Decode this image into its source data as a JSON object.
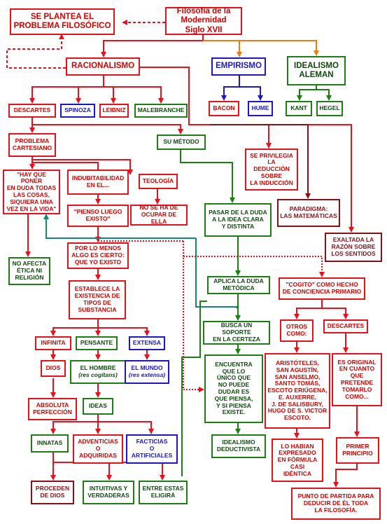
{
  "colors": {
    "red": "#e8101a",
    "green": "#1c7e14",
    "blue": "#1a18c8",
    "orange": "#f07a12",
    "maroon": "#8a1018",
    "teal": "#13867a"
  },
  "nodes": {
    "main": "Filosofía de la  Modernidad\nSiglo XVII",
    "problema": "SE PLANTEA EL\nPROBLEMA FILOSÓFICO",
    "racionalismo": "RACIONALISMO",
    "empirismo": "EMPIRISMO",
    "idealismo": "IDEALISMO\nALEMAN",
    "descartes": "DESCARTES",
    "spinoza": "SPINOZA",
    "leibniz": "LEIBNIZ",
    "malebranche": "MALEBRANCHE",
    "bacon": "BACON",
    "hume": "HUME",
    "kant": "KANT",
    "hegel": "HEGEL",
    "problema_cartesiano": "PROBLEMA\nCARTESIANO",
    "su_metodo": "SU MÉTODO",
    "privilegia": "SE PRIVILEGIA\nLA\nDEDUCCIÓN\nSOBRE\nLA INDUCCIÓN",
    "hay_que": "\"HAY QUE PONER\nEN DUDA TODAS\nLAS COSAS,\nSIQUIERA UNA\nVEZ EN LA VIDA\"",
    "indubitabilidad": "INDUBITABILIDAD\nEN EL...",
    "teologia": "TEOLOGÍA",
    "pienso": "\"PIENSO LUEGO\nEXISTO\"",
    "no_se_ha": "NO SE HA DE\nOCUPAR DE ELLA",
    "pasar_duda": "PASAR DE LA DUDA\nA LA IDEA CLARA\nY DISTINTA",
    "paradigma": "PARADIGMA:\nLAS MATEMÁTICAS",
    "exaltada": "EXALTADA LA\nRAZÓN SOBRE\nLOS SENTIDOS",
    "no_afecta": "NO AFECTA\nÉTICA NI\nRELIGIÓN",
    "por_lo_menos": "POR  LO MENOS\nALGO ES CIERTO:\nQUE YO EXISTO",
    "aplica_duda": "APLICA LA DUDA\nMETÓDICA",
    "cogito": "\"COGITO\" COMO HECHO\nDE CONCIENCIA PRIMARIO",
    "establece": "ESTABLECE LA\nEXISTENCIA DE\nTIPOS DE\nSUBSTANCIA",
    "busca_soporte": "BUSCA UN SOPORTE\nEN LA CERTEZA",
    "otros_como": "OTROS\nCOMO:",
    "descartes2": "DESCARTES",
    "infinita": "INFINITA",
    "pensante": "PENSANTE",
    "extensa": "EXTENSA",
    "dios": "DIOS",
    "el_hombre": "EL HOMBRE",
    "el_hombre_sub": "(res cogitans)",
    "el_mundo": "EL MUNDO",
    "el_mundo_sub": "(res extensa)",
    "encuentra": "ENCUENTRA\nQUE LO\nÚNICO QUE\nNO PUEDE\nDUDAR ES\nQUE PIENSA,\nY SI PIENSA\nEXISTE.",
    "autores": "ARISTÓTELES,\nSAN AGUSTÍN,\nSAN ANSELMO,\nSANTO TOMÁS,\nESCOTO ERIÚGENA,\nE. AUXERRE,\nJ. DE SALISBURY,\nHUGO DE S. VICTOR\nESCOTO.",
    "es_original": "ES ORIGINAL\nEN CUANTO\nQUE\nPRETENDE\nTOMARLO\nCOMO...",
    "absoluta": "ABSOLUTA\nPERFECCIÓN",
    "ideas": "IDEAS",
    "innatas": "INNATAS",
    "adventicias": "ADVENTICIAS\nO\nADQUIRIDAS",
    "facticias": "FACTICIAS\nO\nARTIFICIALES",
    "idealismo_deductivista": "IDEALISMO\nDEDUCTIVISTA",
    "lo_habian": "LO HABIAN\nEXPRESADO\nEN FÓRMULA\nCASI\nIDÉNTICA",
    "primer_principio": "PRIMER\nPRINCIPIO",
    "proceden": "PROCEDEN\nDE DIOS",
    "intuitivas": "INTUITIVAS Y\nVERDADERAS",
    "entre_estas": "ENTRE ESTAS\nELIGIRÁ",
    "punto_partida": "PUNTO DE PARTIDA PARA\nDEDUCIR DE ÉL TODA\nLA FILOSOFÍA."
  }
}
